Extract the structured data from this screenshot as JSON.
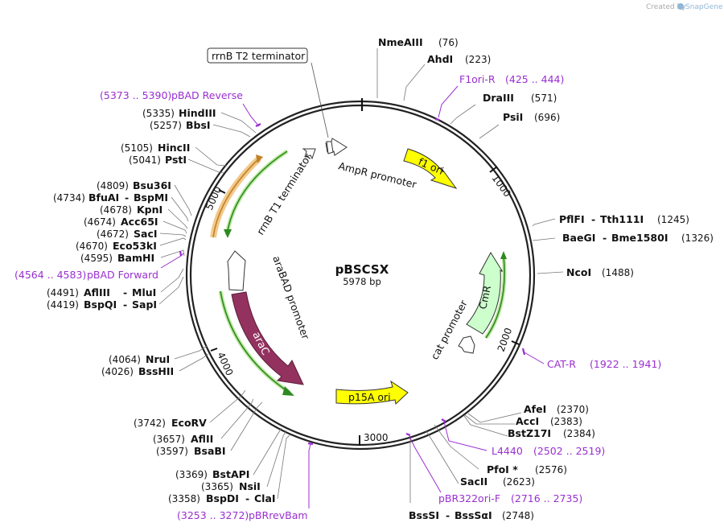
{
  "plasmid": {
    "name": "pBSCSX",
    "size_label": "5978 bp",
    "length": 5978
  },
  "credit": {
    "prefix": "Created by",
    "brand": "SnapGene"
  },
  "colors": {
    "primer": "#9a2fd0",
    "yellow": "#ffff00",
    "green_light": "#ccffcc",
    "arac": "#93325f",
    "orange": "#f0a850",
    "green_line": "#2c8a20"
  },
  "ticks": [
    {
      "bp": 1000,
      "label": "1000"
    },
    {
      "bp": 2000,
      "label": "2000"
    },
    {
      "bp": 3000,
      "label": "3000"
    },
    {
      "bp": 4000,
      "label": "4000"
    },
    {
      "bp": 5000,
      "label": "5000"
    }
  ],
  "features": [
    {
      "name": "f1 ori",
      "type": "yellow-arrow"
    },
    {
      "name": "AmpR promoter",
      "type": "promoter"
    },
    {
      "name": "CmR",
      "type": "green-arrow"
    },
    {
      "name": "cat promoter",
      "type": "promoter"
    },
    {
      "name": "p15A ori",
      "type": "yellow-arrow"
    },
    {
      "name": "araC",
      "type": "cds"
    },
    {
      "name": "araBAD promoter",
      "type": "promoter"
    },
    {
      "name": "rrnB T1 terminator",
      "type": "terminator"
    },
    {
      "name": "rrnB T2 terminator",
      "type": "terminator-boxed"
    }
  ],
  "sites_right": [
    {
      "name": "NmeAIII",
      "pos": "(76)"
    },
    {
      "name": "AhdI",
      "pos": "(223)"
    },
    {
      "name": "DraIII",
      "pos": "(571)"
    },
    {
      "name": "PsiI",
      "pos": "(696)"
    },
    {
      "name": "PflFI",
      "name2": "Tth111I",
      "pos": "(1245)"
    },
    {
      "name": "BaeGI",
      "name2": "Bme1580I",
      "pos": "(1326)"
    },
    {
      "name": "NcoI",
      "pos": "(1488)"
    },
    {
      "name": "AfeI",
      "pos": "(2370)"
    },
    {
      "name": "AccI",
      "pos": "(2383)"
    },
    {
      "name": "BstZ17I",
      "pos": "(2384)"
    },
    {
      "name": "PfoI *",
      "pos": "(2576)"
    },
    {
      "name": "SacII",
      "pos": "(2623)"
    },
    {
      "name": "BssSI",
      "name2": "BssSαI",
      "pos": "(2748)"
    }
  ],
  "sites_left": [
    {
      "name": "HindIII",
      "pos": "(5335)"
    },
    {
      "name": "BbsI",
      "pos": "(5257)"
    },
    {
      "name": "HincII",
      "pos": "(5105)"
    },
    {
      "name": "PstI",
      "pos": "(5041)"
    },
    {
      "name": "Bsu36I",
      "pos": "(4809)"
    },
    {
      "name": "BfuAI",
      "name2": "BspMI",
      "pos": "(4734)"
    },
    {
      "name": "KpnI",
      "pos": "(4678)"
    },
    {
      "name": "Acc65I",
      "pos": "(4674)"
    },
    {
      "name": "SacI",
      "pos": "(4672)"
    },
    {
      "name": "Eco53kI",
      "pos": "(4670)"
    },
    {
      "name": "BamHI",
      "pos": "(4595)"
    },
    {
      "name": "AflIII",
      "name2": "MluI",
      "pos": "(4491)"
    },
    {
      "name": "BspQI",
      "name2": "SapI",
      "pos": "(4419)"
    },
    {
      "name": "NruI",
      "pos": "(4064)"
    },
    {
      "name": "BssHII",
      "pos": "(4026)"
    },
    {
      "name": "EcoRV",
      "pos": "(3742)"
    },
    {
      "name": "AflII",
      "pos": "(3657)"
    },
    {
      "name": "BsaBI",
      "pos": "(3597)"
    },
    {
      "name": "BstAPI",
      "pos": "(3369)"
    },
    {
      "name": "NsiI",
      "pos": "(3365)"
    },
    {
      "name": "BspDI",
      "name2": "ClaI",
      "pos": "(3358)"
    }
  ],
  "primers": [
    {
      "name": "F1ori-R",
      "range": "(425 .. 444)"
    },
    {
      "name": "CAT-R",
      "range": "(1922 .. 1941)"
    },
    {
      "name": "L4440",
      "range": "(2502 .. 2519)"
    },
    {
      "name": "pBR322ori-F",
      "range": "(2716 .. 2735)"
    },
    {
      "name": "pBRrevBam",
      "range": "(3253 .. 3272)"
    },
    {
      "name": "pBAD Forward",
      "range": "(4564 .. 4583)"
    },
    {
      "name": "pBAD Reverse",
      "range": "(5373 .. 5390)"
    }
  ]
}
